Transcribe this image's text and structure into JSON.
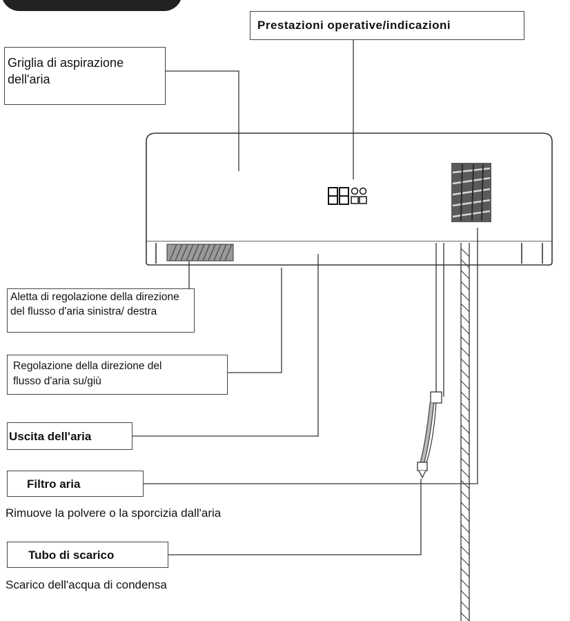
{
  "labels": {
    "display": "Prestazioni operative/indicazioni",
    "intake_grille": "Griglia di aspirazione dell'aria",
    "lr_louver": "Aletta di regolazione della direzione del flusso d'aria sinistra/ destra",
    "ud_louver": "Regolazione della direzione del flusso d'aria su/giù",
    "outlet": "Uscita dell'aria",
    "filter": "Filtro aria",
    "filter_desc": "Rimuove la polvere o la sporcizia dall'aria",
    "drain": "Tubo di scarico",
    "drain_desc": "Scarico dell'acqua di condensa"
  },
  "display_readout": "88"
}
